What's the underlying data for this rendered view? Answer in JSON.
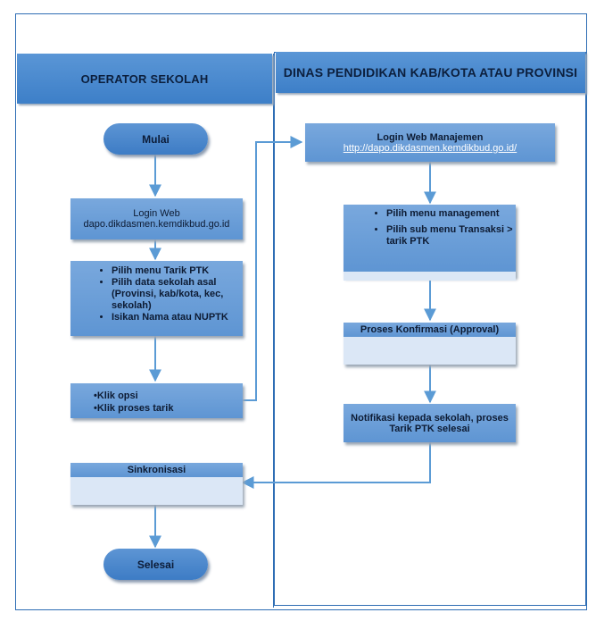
{
  "lanes": {
    "left": "OPERATOR SEKOLAH",
    "right": "DINAS PENDIDIKAN KAB/KOTA ATAU PROVINSI"
  },
  "left": {
    "start": "Mulai",
    "login_title": "Login Web",
    "login_url": "dapo.dikdasmen.kemdikbud.go.id",
    "pick_items": [
      "Pilih menu Tarik PTK",
      "Pilih data sekolah asal (Provinsi, kab/kota, kec, sekolah)",
      "Isikan Nama atau NUPTK"
    ],
    "click_items": [
      "Klik opsi",
      "Klik proses tarik"
    ],
    "sync": "Sinkronisasi",
    "end": "Selesai"
  },
  "right": {
    "login_title": "Login Web Manajemen",
    "login_url": "http://dapo.dikdasmen.kemdikbud.go.id/",
    "menu_items": [
      "Pilih menu management",
      "Pilih sub menu Transaksi > tarik PTK"
    ],
    "confirm": "Proses Konfirmasi (Approval)",
    "notify": "Notifikasi kepada sekolah, proses Tarik PTK selesai"
  },
  "colors": {
    "accent": "#5b9bd5",
    "border": "#2e6db4",
    "light": "#dbe7f6"
  }
}
